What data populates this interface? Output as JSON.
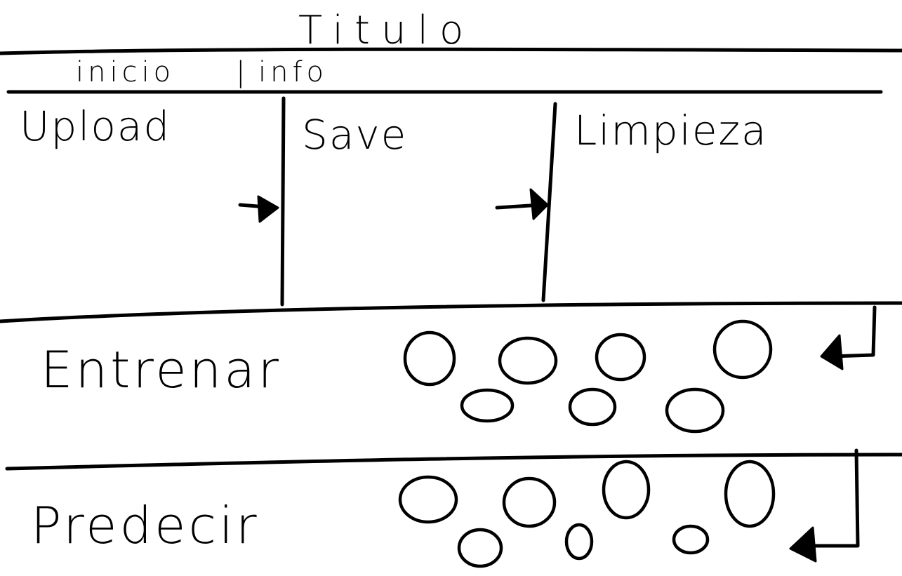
{
  "header": {
    "title": "Titulo"
  },
  "nav": {
    "items": [
      "inicio",
      "info"
    ],
    "separator": "|"
  },
  "pipeline": {
    "stages": [
      "Upload",
      "Save",
      "Limpieza"
    ]
  },
  "sections": [
    {
      "label": "Entrenar"
    },
    {
      "label": "Predecir"
    }
  ]
}
